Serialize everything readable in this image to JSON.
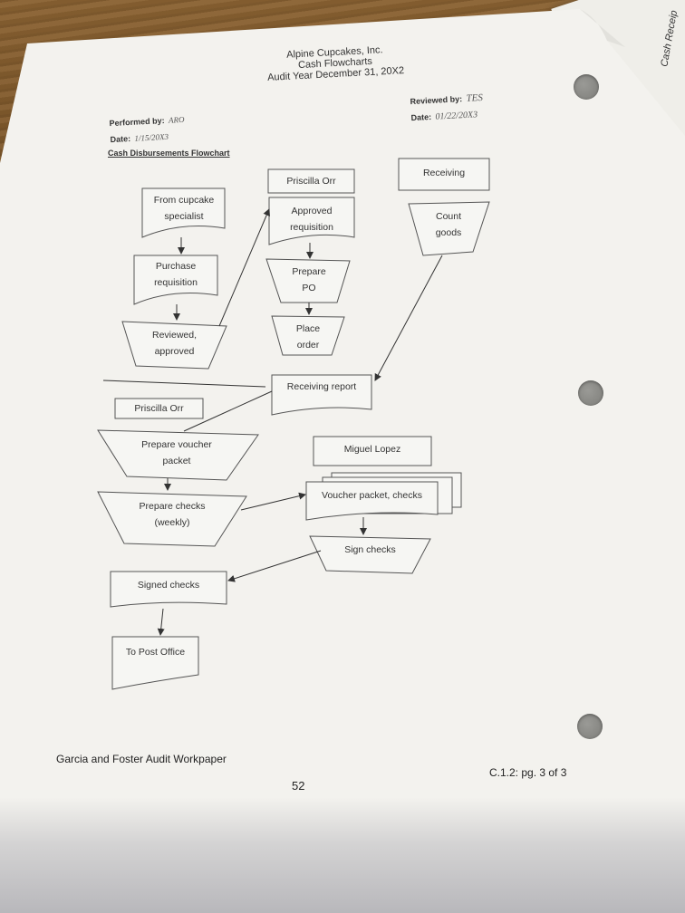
{
  "background_sheet": {
    "label": "Cash Receip"
  },
  "header": {
    "company": "Alpine Cupcakes, Inc.",
    "doc_title": "Cash Flowcharts",
    "audit_year": "Audit Year December 31, 20X2",
    "performed_by_label": "Performed by:",
    "performed_by_value": "ARO",
    "date_left_label": "Date:",
    "date_left_value": "1/15/20X3",
    "reviewed_by_label": "Reviewed by:",
    "reviewed_by_value": "TES",
    "date_right_label": "Date:",
    "date_right_value": "01/22/20X3"
  },
  "section_title": "Cash Disbursements Flowchart",
  "flowchart": {
    "left_column": {
      "from_specialist": [
        "From cupcake",
        "specialist"
      ],
      "purchase_requisition": [
        "Purchase",
        "requisition"
      ],
      "reviewed_approved": [
        "Reviewed,",
        "approved"
      ]
    },
    "middle_column": {
      "owner": "Priscilla Orr",
      "approved_requisition": [
        "Approved",
        "requisition"
      ],
      "prepare_po": [
        "Prepare",
        "PO"
      ],
      "place_order": [
        "Place",
        "order"
      ],
      "receiving_report": "Receiving report"
    },
    "right_column": {
      "owner": "Receiving",
      "count_goods": [
        "Count",
        "goods"
      ]
    },
    "lower_left": {
      "owner": "Priscilla Orr",
      "prepare_voucher": [
        "Prepare voucher",
        "packet"
      ],
      "prepare_checks": [
        "Prepare checks",
        "(weekly)"
      ],
      "signed_checks": "Signed checks",
      "to_post_office": "To Post Office"
    },
    "lower_right": {
      "owner": "Miguel Lopez",
      "voucher_packet": "Voucher packet, checks",
      "sign_checks": "Sign checks"
    }
  },
  "footer": {
    "left": "Garcia and Foster Audit Workpaper",
    "page_number": "52",
    "right": "C.1.2: pg. 3 of 3"
  }
}
